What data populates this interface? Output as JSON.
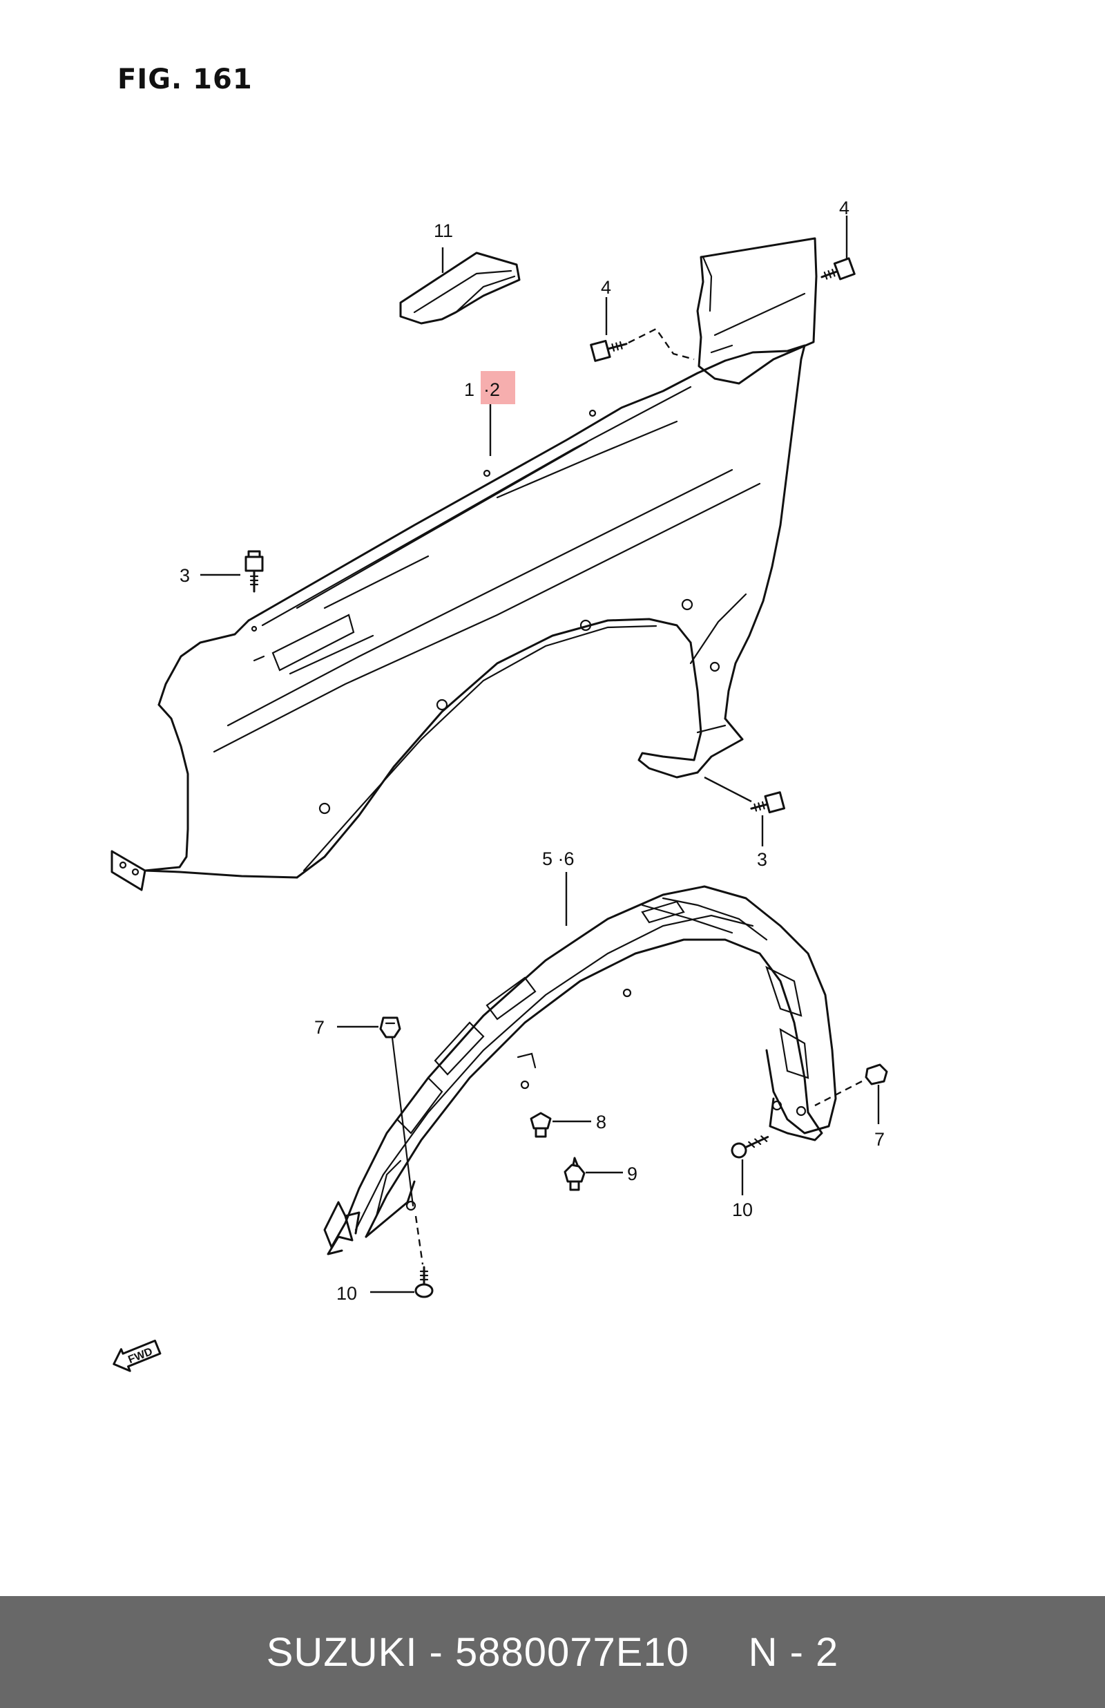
{
  "figure": {
    "title": "FIG. 161"
  },
  "callouts": {
    "c11": "11",
    "c4_top": "4",
    "c4_mid": "4",
    "c1": "1",
    "c2": "·2",
    "c3_left": "3",
    "c3_right": "3",
    "c5_6": "5 ·6",
    "c7_left": "7",
    "c7_right": "7",
    "c8": "8",
    "c9": "9",
    "c10_mid": "10",
    "c10_bottom": "10"
  },
  "direction_arrow": {
    "text": "FWD",
    "icon": "fwd-arrow-icon"
  },
  "highlight": {
    "part_number": "2",
    "color": "#f4a0a0"
  },
  "footer": {
    "brand": "SUZUKI",
    "separator": " - ",
    "part_code": "5880077E10",
    "gap": "     ",
    "page": "N - 2",
    "background": "#686868"
  }
}
